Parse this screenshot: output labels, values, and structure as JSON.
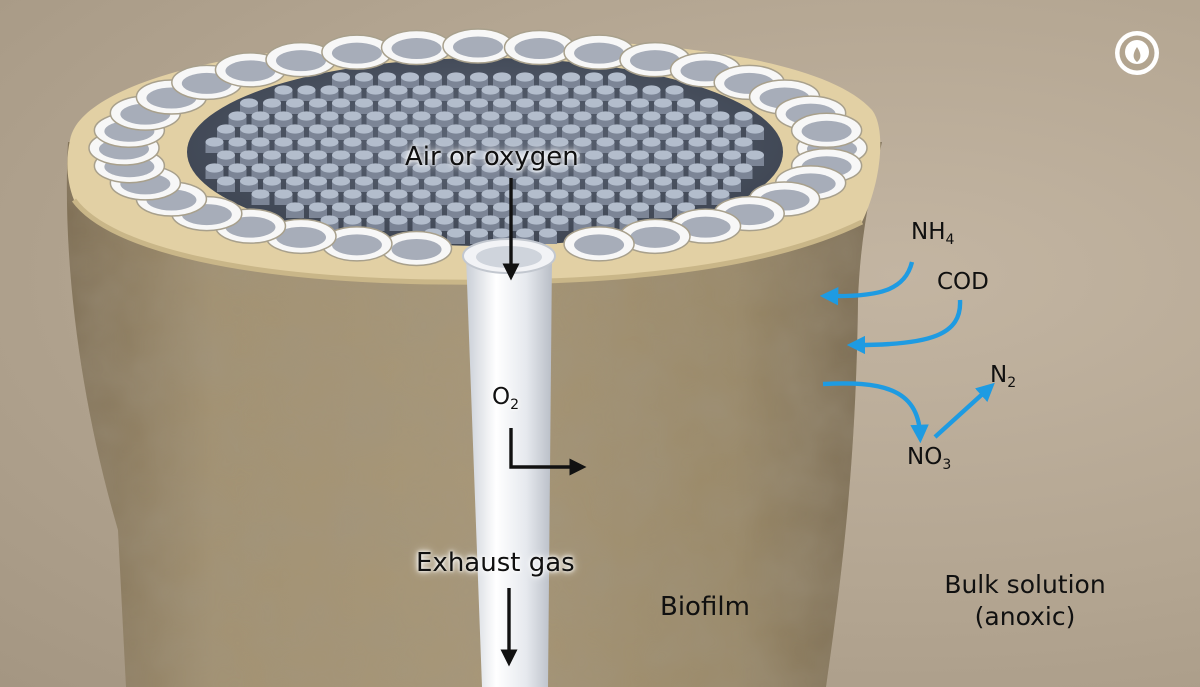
{
  "labels": {
    "air_oxygen": "Air or oxygen",
    "o2": {
      "main": "O",
      "sub": "2"
    },
    "exhaust_gas": "Exhaust gas",
    "biofilm": "Biofilm",
    "nh4": {
      "main": "NH",
      "sub": "4"
    },
    "cod": "COD",
    "n2": {
      "main": "N",
      "sub": "2"
    },
    "no3": {
      "main": "NO",
      "sub": "3"
    },
    "bulk_solution": "Bulk solution",
    "anoxic": "(anoxic)"
  },
  "colors": {
    "background": "#b5a793",
    "biofilm": "#a08f6e",
    "top_rim": "#e3d1a6",
    "fiber_top": "#b2bccb",
    "arrow_black": "#111111",
    "arrow_blue": "#1e9be2"
  },
  "icons": [
    "logo-icon"
  ]
}
